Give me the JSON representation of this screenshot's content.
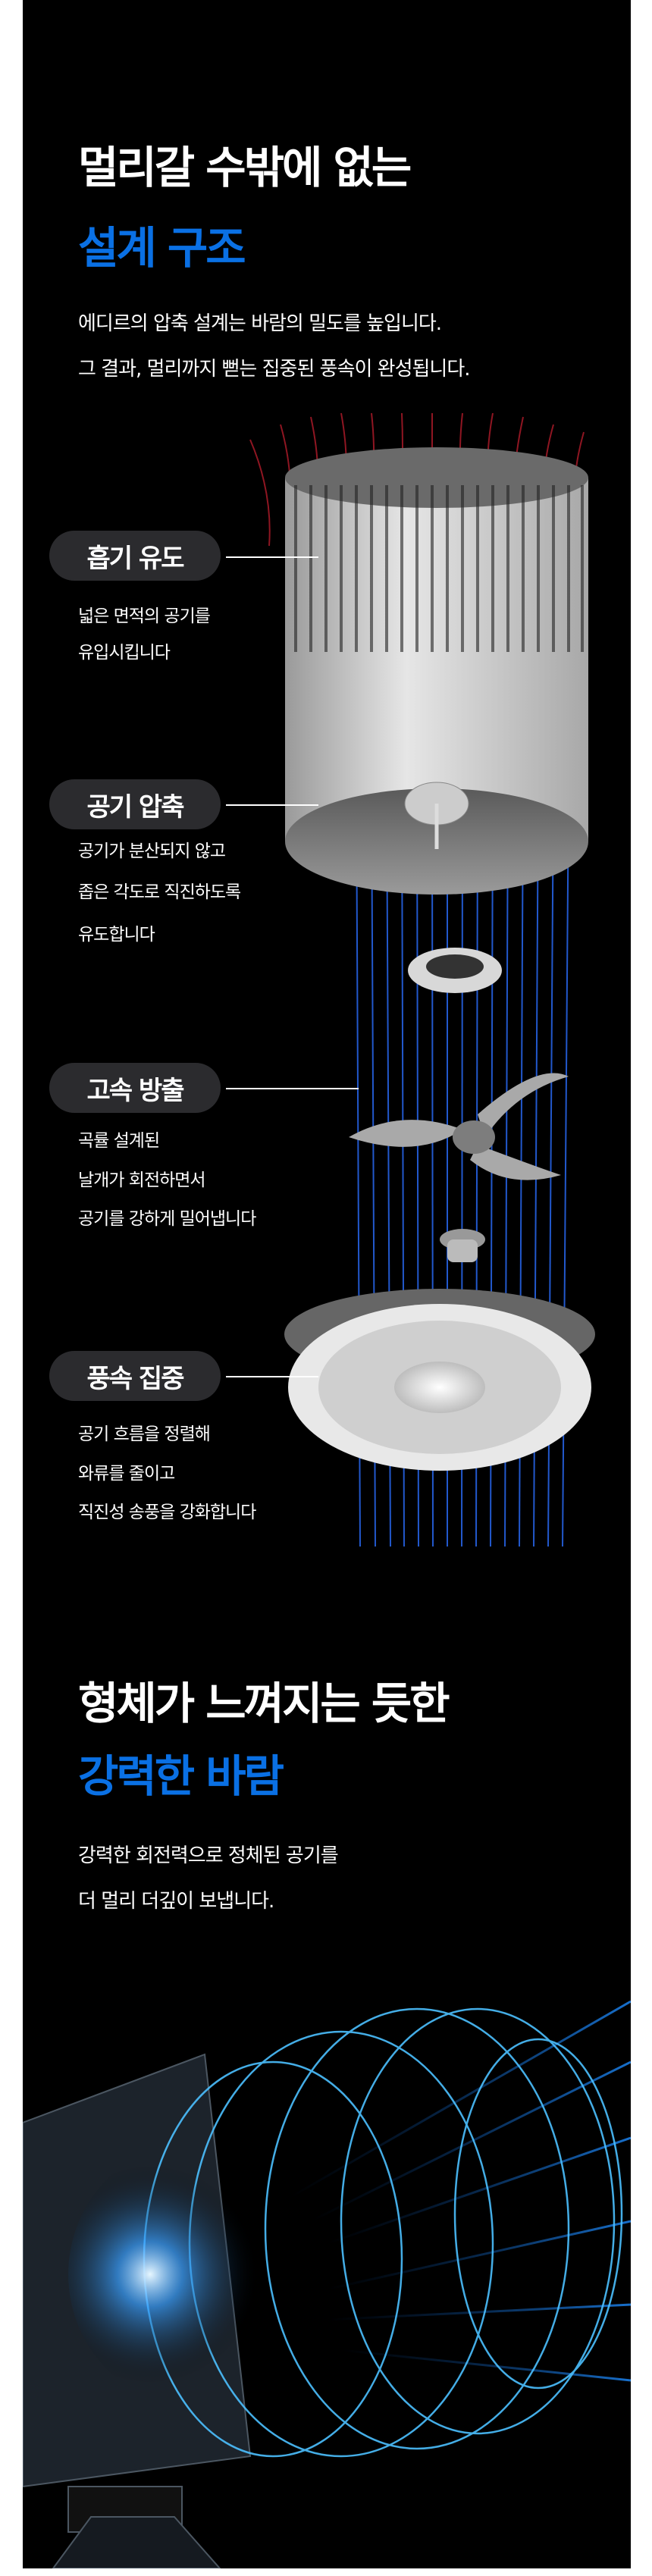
{
  "section1": {
    "title_line1": "멀리갈 수밖에 없는",
    "title_line2": "설계 구조",
    "paragraph": [
      "에디르의 압축 설계는 바람의 밀도를 높입니다.",
      "그 결과, 멀리까지 뻗는 집중된 풍속이 완성됩니다."
    ]
  },
  "diagram": {
    "steps": [
      {
        "label": "흡기 유도",
        "desc": [
          "넓은 면적의 공기를",
          "유입시킵니다"
        ]
      },
      {
        "label": "공기 압축",
        "desc": [
          "공기가 분산되지 않고",
          "좁은 각도로 직진하도록",
          "유도합니다"
        ]
      },
      {
        "label": "고속 방출",
        "desc": [
          "곡률 설계된",
          "날개가 회전하면서",
          "공기를 강하게 밀어냅니다"
        ]
      },
      {
        "label": "풍속 집중",
        "desc": [
          "공기 흐름을 정렬해",
          "와류를 줄이고",
          "직진성 송풍을 강화합니다"
        ]
      }
    ]
  },
  "section2": {
    "title_line1": "형체가 느껴지는 듯한",
    "title_line2": "강력한 바람",
    "paragraph": [
      "강력한 회전력으로 정체된 공기를",
      "더 멀리 더깊이 보냅니다."
    ]
  },
  "colors": {
    "accent": "#0a70e4",
    "background": "#000000",
    "pill": "#2b2b2e",
    "airflow": "#2b6fff",
    "intake": "#b01c2a"
  }
}
